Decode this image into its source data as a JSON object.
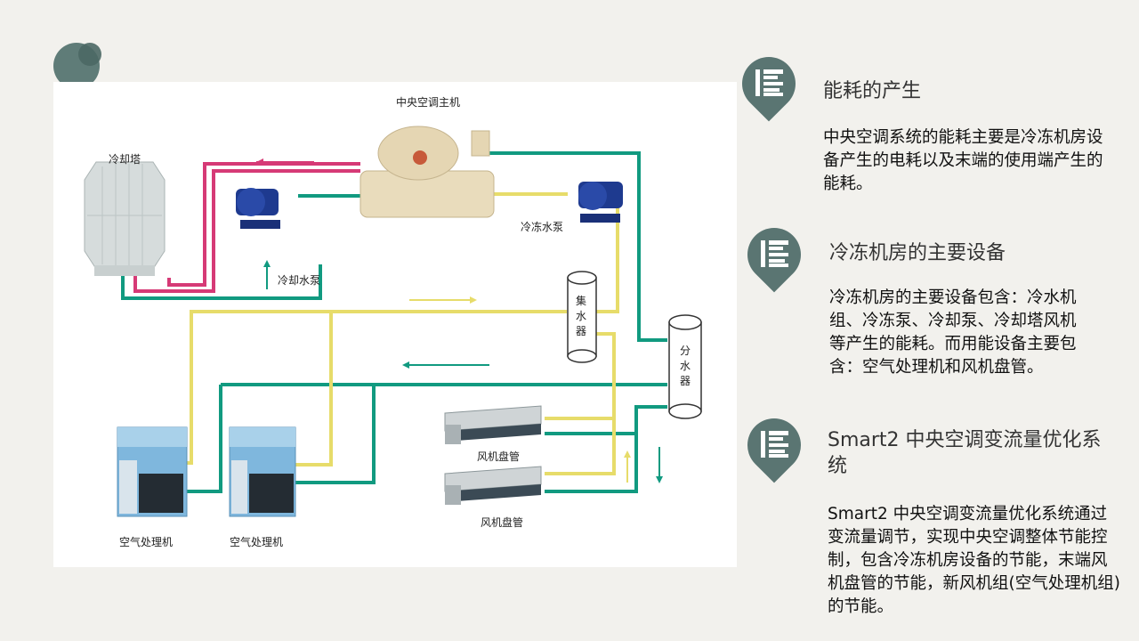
{
  "diagram": {
    "labels": {
      "chiller": "中央空调主机",
      "cooling_tower": "冷却塔",
      "chilled_pump": "冷冻水泵",
      "cooling_pump": "冷却水泵",
      "collector": "集水器",
      "distributor": "分水器",
      "fan_coil_1": "风机盘管",
      "fan_coil_2": "风机盘管",
      "ahu_1": "空气处理机",
      "ahu_2": "空气处理机"
    },
    "colors": {
      "supply": "#119a80",
      "return": "#e7dc6a",
      "cooling": "#d63a76"
    }
  },
  "sections": [
    {
      "title": "能耗的产生",
      "body": "中央空调系统的能耗主要是冷冻机房设备产生的电耗以及末端的使用端产生的能耗。",
      "icon": "list-icon"
    },
    {
      "title": "冷冻机房的主要设备",
      "body": "冷冻机房的主要设备包含：冷水机组、冷冻泵、冷却泵、冷却塔风机等产生的能耗。而用能设备主要包含：空气处理机和风机盘管。",
      "icon": "list-icon"
    },
    {
      "title": "Smart2 中央空调变流量优化系统",
      "body": "Smart2 中央空调变流量优化系统通过变流量调节，实现中央空调整体节能控制，包含冷冻机房设备的节能，末端风机盘管的节能，新风机组(空气处理机组)的节能。",
      "icon": "list-icon"
    }
  ]
}
